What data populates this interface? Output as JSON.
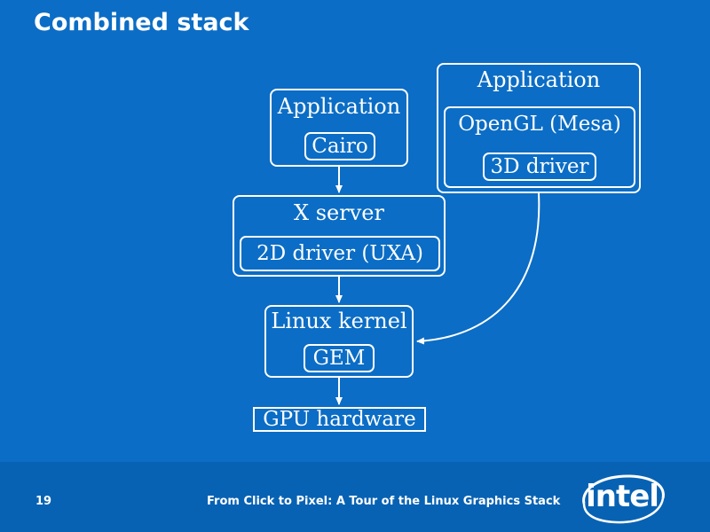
{
  "slide": {
    "title": "Combined stack",
    "page_number": "19",
    "footer_text": "From Click to Pixel: A Tour of the Linux Graphics Stack",
    "logo_text": "intel"
  },
  "diagram": {
    "app_2d": {
      "label": "Application",
      "inner": "Cairo"
    },
    "x_server": {
      "label": "X server",
      "inner": "2D driver (UXA)"
    },
    "app_3d": {
      "label": "Application",
      "inner": "OpenGL (Mesa)",
      "inner2": "3D driver"
    },
    "kernel": {
      "label": "Linux kernel",
      "inner": "GEM"
    },
    "gpu": {
      "label": "GPU hardware"
    }
  },
  "colors": {
    "background": "#0b6dc5",
    "footer": "#0762b3",
    "foreground": "#ffffff"
  }
}
